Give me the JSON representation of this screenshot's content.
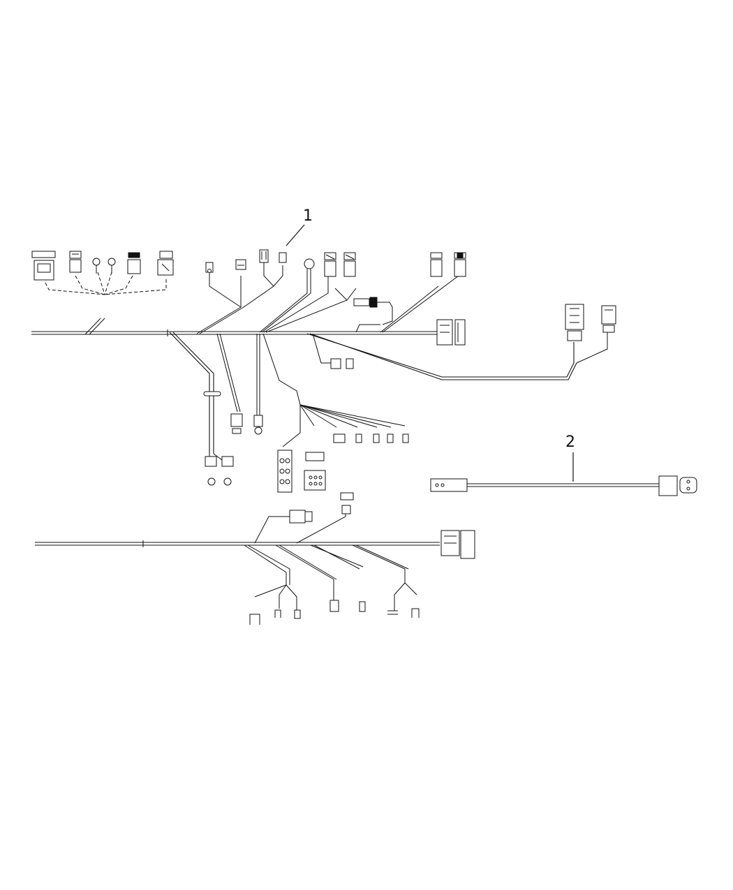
{
  "diagram": {
    "callouts": [
      {
        "id": "callout-1",
        "label": "1"
      },
      {
        "id": "callout-2",
        "label": "2"
      }
    ]
  }
}
